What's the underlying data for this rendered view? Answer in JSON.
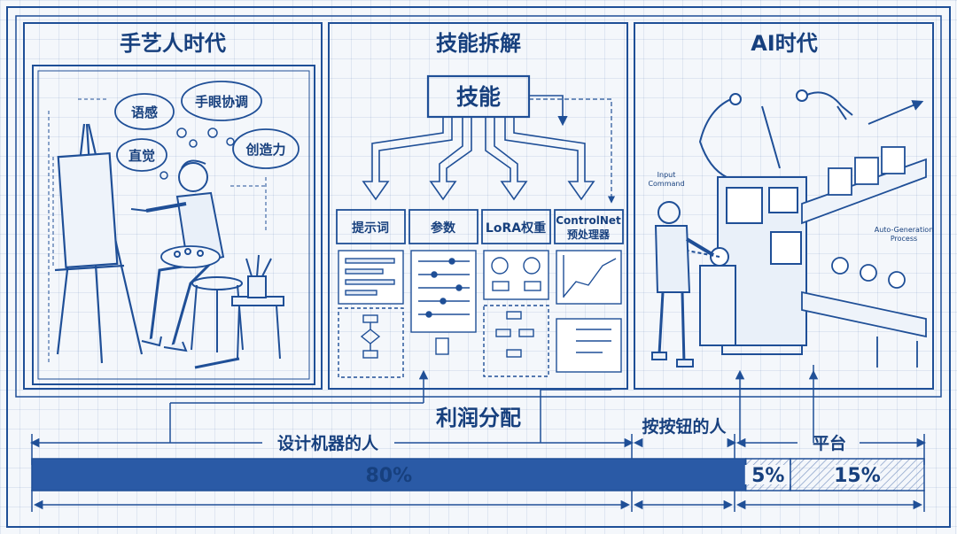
{
  "panels": {
    "craftsman": {
      "title": "手艺人时代",
      "bubbles": [
        "语感",
        "手眼协调",
        "直觉",
        "创造力"
      ]
    },
    "skills": {
      "title": "技能拆解",
      "center_label": "技能",
      "boxes": [
        "提示词",
        "参数",
        "LoRA权重",
        "ControlNet",
        "预处理器"
      ]
    },
    "ai": {
      "title": "AI时代",
      "input_label": "Input",
      "command_label": "Command",
      "auto_label": "Auto-Generation",
      "process_label": "Process"
    }
  },
  "profit": {
    "title": "利润分配",
    "segments": [
      {
        "label": "设计机器的人",
        "value_text": "80%",
        "value": 80
      },
      {
        "label": "按按钮的人",
        "value_text": "5%",
        "value": 5
      },
      {
        "label": "平台",
        "value_text": "15%",
        "value": 15
      }
    ],
    "colors": {
      "primary": "#2a5aa6",
      "ink": "#1f4f97"
    }
  }
}
